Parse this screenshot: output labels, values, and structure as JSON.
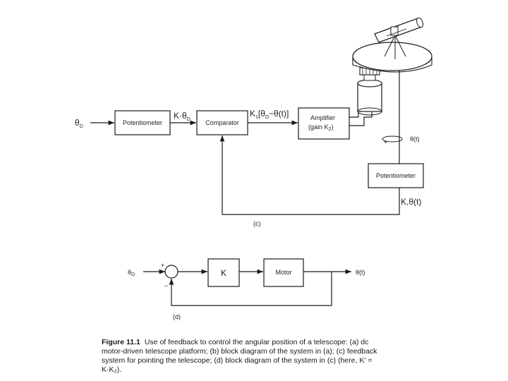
{
  "part_c": {
    "input": "θ",
    "input_sub": "D",
    "potentiometer_in": "Potentiometer",
    "signal_1": "K·θ",
    "signal_1_sub": "D",
    "comparator": "Comparator",
    "signal_2_a": "K",
    "signal_2_b": "1",
    "signal_2_c": "[θ",
    "signal_2_d": "D",
    "signal_2_e": "−θ(t)]",
    "amplifier_line1": "Amplifier",
    "amplifier_line2_a": "(gain K",
    "amplifier_line2_b": "2",
    "amplifier_line2_c": ")",
    "rotation": "θ(t)",
    "potentiometer_fb": "Potentiometer",
    "feedback_signal": "K,θ(t)",
    "label": "(c)"
  },
  "part_d": {
    "input": "θ",
    "input_sub": "D",
    "plus": "+",
    "minus": "−",
    "gain": "K",
    "motor": "Motor",
    "output": "θ(t)",
    "label": "(d)"
  },
  "caption": {
    "figure": "Figure 11.1",
    "text_lines": [
      "Use of feedback to control the angular position of a telescope: (a) dc",
      "motor-driven telescope platform; (b) block diagram of the system in (a); (c) feedback",
      "system for pointing the telescope; (d) block diagram of the system in (c) (here, K′ =",
      "K·K₂)."
    ]
  }
}
